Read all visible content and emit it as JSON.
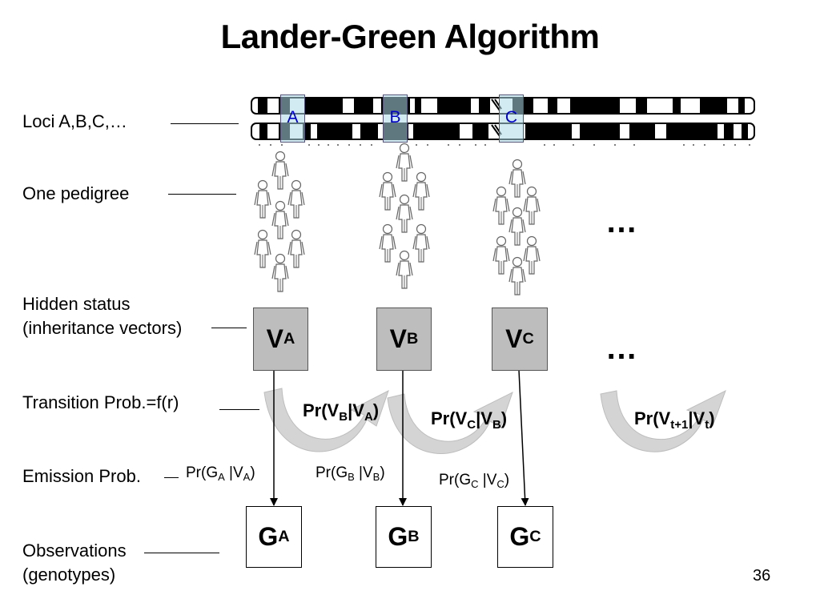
{
  "title": "Lander-Green Algorithm",
  "row_labels": {
    "loci": "Loci A,B,C,…",
    "pedigree": "One pedigree",
    "hidden_line1": "Hidden status",
    "hidden_line2": "(inheritance vectors)",
    "transition": "Transition Prob.=f(r)",
    "emission": "Emission Prob.",
    "obs_line1": "Observations",
    "obs_line2": "(genotypes)"
  },
  "loci": [
    "A",
    "B",
    "C"
  ],
  "hidden_nodes": [
    {
      "base": "V",
      "sub": "A"
    },
    {
      "base": "V",
      "sub": "B"
    },
    {
      "base": "V",
      "sub": "C"
    }
  ],
  "observed_nodes": [
    {
      "base": "G",
      "sub": "A"
    },
    {
      "base": "G",
      "sub": "B"
    },
    {
      "base": "G",
      "sub": "C"
    }
  ],
  "transitions": [
    {
      "p1": "Pr(V",
      "s1": "B",
      "p2": "|V",
      "s2": "A",
      "p3": ")"
    },
    {
      "p1": "Pr(V",
      "s1": "C",
      "p2": "|V",
      "s2": "B",
      "p3": ")"
    },
    {
      "p1": "Pr(V",
      "s1": "t+1",
      "p2": "|V",
      "s2": "t",
      "p3": ")"
    }
  ],
  "emissions": [
    {
      "p1": "Pr(G",
      "s1": "A",
      "p2": " |V",
      "s2": "A",
      "p3": ")"
    },
    {
      "p1": "Pr(G",
      "s1": "B",
      "p2": " |V",
      "s2": "B",
      "p3": ")"
    },
    {
      "p1": "Pr(G",
      "s1": "C",
      "p2": " |V",
      "s2": "C",
      "p3": ")"
    }
  ],
  "ellipsis": "…",
  "page_number": "36",
  "colors": {
    "hidden_fill": "#bdbdbd",
    "locus_label": "#0000cc",
    "arrow_gray": "#d4d4d4"
  }
}
